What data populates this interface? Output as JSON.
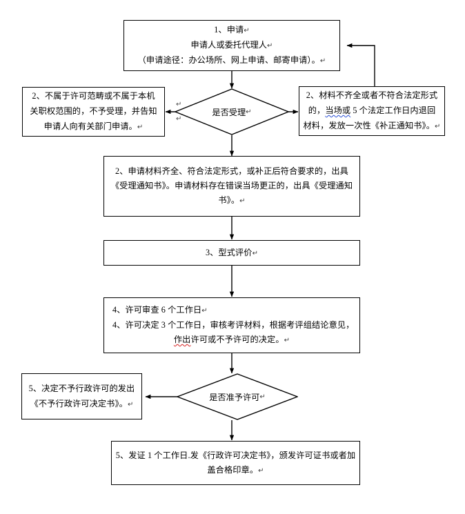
{
  "document": {
    "title": "行政许可办理流程图",
    "background_color": "#ffffff",
    "line_color": "#000000",
    "text_color": "#000000",
    "spellcheck_blue": "#2a4fd6",
    "spellcheck_red": "#d61f1f"
  },
  "nodes": {
    "step1_application": {
      "shape": "rectangle",
      "lines": [
        "1、申请",
        "申请人或委托代理人",
        "（申请途径：办公场所、网上申请、邮寄申请）。"
      ],
      "align": "center"
    },
    "decision_accept": {
      "shape": "diamond",
      "label": "是否受理"
    },
    "reject_out_of_scope": {
      "shape": "rectangle",
      "lines": [
        "2、不属于许可范畴或不属于本机",
        "关职权范围的，不予受理，并告知",
        "申请人向有关部门申请。"
      ],
      "align": "center"
    },
    "incomplete_materials": {
      "shape": "rectangle",
      "lines_parts": [
        [
          {
            "t": "2、材料不齐全或者不符合法定形式",
            "sp": "none"
          }
        ],
        [
          {
            "t": "的，",
            "sp": "none"
          },
          {
            "t": "当场或",
            "sp": "blue"
          },
          {
            "t": " 5 个法定工作日内退回",
            "sp": "none"
          }
        ],
        [
          {
            "t": "材料，发放一次性《补正通知书》。",
            "sp": "none"
          }
        ]
      ],
      "align": "center"
    },
    "step2_accept": {
      "shape": "rectangle",
      "lines": [
        "2、申请材料齐全、符合法定形式，或补正后符合要求的，出具",
        "《受理通知书》。申请材料存在错误当场更正的，出具《受理通知",
        "书》。"
      ],
      "align": "center"
    },
    "step3_evaluation": {
      "shape": "rectangle",
      "lines": [
        "3、型式评价"
      ],
      "align": "center"
    },
    "step4_review": {
      "shape": "rectangle",
      "lines_parts": [
        [
          {
            "t": "4、许可审查 6 个工作日",
            "sp": "none"
          }
        ],
        [
          {
            "t": "4、许可决定 3 个工作日，审核考评材料，根据考评组结论意见，",
            "sp": "none"
          }
        ],
        [
          {
            "t": "作出",
            "sp": "red"
          },
          {
            "t": "许可或不予许可的决定。",
            "sp": "none"
          }
        ]
      ],
      "align": "mixed"
    },
    "decision_permit": {
      "shape": "diamond",
      "label": "是否准予许可"
    },
    "permit_denied": {
      "shape": "rectangle",
      "lines": [
        "5、决定不予行政许可的发出",
        "《不予行政许可决定书》。"
      ],
      "align": "center"
    },
    "step5_issue": {
      "shape": "rectangle",
      "lines": [
        "5、发证 1 个工作日.发《行政许可决定书》，颁发许可证书或者加",
        "盖合格印章。"
      ],
      "align": "center"
    }
  },
  "paragraph_marks": {
    "symbol": "↵",
    "stray_marks": [
      {
        "name": "stray-mark-left-upper"
      },
      {
        "name": "stray-mark-left-lower"
      }
    ]
  },
  "edges": [
    {
      "name": "edge-step1-to-decision-accept",
      "from": "step1_application",
      "to": "decision_accept"
    },
    {
      "name": "edge-decision-accept-to-reject",
      "from": "decision_accept",
      "to": "reject_out_of_scope"
    },
    {
      "name": "edge-decision-accept-to-incomplete",
      "from": "decision_accept",
      "to": "incomplete_materials"
    },
    {
      "name": "edge-incomplete-to-step1-feedback",
      "from": "incomplete_materials",
      "to": "step1_application"
    },
    {
      "name": "edge-decision-accept-to-step2",
      "from": "decision_accept",
      "to": "step2_accept"
    },
    {
      "name": "edge-step2-to-step3",
      "from": "step2_accept",
      "to": "step3_evaluation"
    },
    {
      "name": "edge-step3-to-step4",
      "from": "step3_evaluation",
      "to": "step4_review"
    },
    {
      "name": "edge-step4-to-decision-permit",
      "from": "step4_review",
      "to": "decision_permit"
    },
    {
      "name": "edge-decision-permit-to-denied",
      "from": "decision_permit",
      "to": "permit_denied"
    },
    {
      "name": "edge-decision-permit-to-step5",
      "from": "decision_permit",
      "to": "step5_issue"
    }
  ]
}
